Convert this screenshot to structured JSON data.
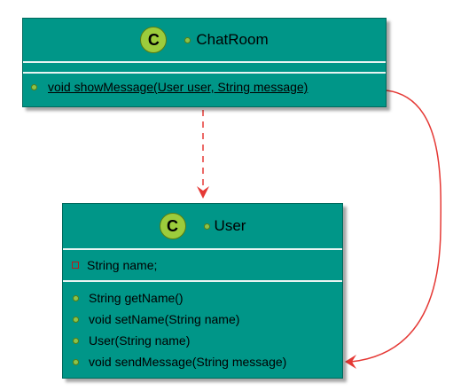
{
  "classes": {
    "chatroom": {
      "stereotype_letter": "C",
      "name": "ChatRoom",
      "fields": [],
      "methods": [
        {
          "text": "void showMessage(User user, String message)",
          "visibility": "public",
          "static": true
        }
      ]
    },
    "user": {
      "stereotype_letter": "C",
      "name": "User",
      "fields": [
        {
          "text": "String name;",
          "visibility": "private"
        }
      ],
      "methods": [
        {
          "text": "String getName()",
          "visibility": "public"
        },
        {
          "text": "void setName(String name)",
          "visibility": "public"
        },
        {
          "text": "User(String name)",
          "visibility": "public"
        },
        {
          "text": "void sendMessage(String message)",
          "visibility": "public"
        }
      ]
    }
  },
  "relations": [
    {
      "from": "chatroom",
      "to": "user",
      "style": "dashed",
      "color": "#e53935"
    },
    {
      "from": "chatroom.showMessage",
      "to": "user.sendMessage",
      "style": "solid",
      "color": "#e53935"
    }
  ],
  "colors": {
    "class_fill": "#009688",
    "badge": "#9ccc3c",
    "arrow": "#e53935"
  }
}
